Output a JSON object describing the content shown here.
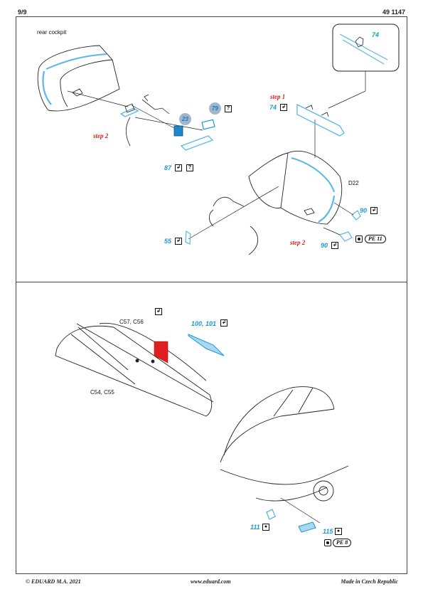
{
  "header": {
    "page": "9/9",
    "set_number": "49 1147"
  },
  "top_section": {
    "title": "rear cockpit",
    "detail_inset_part": "74",
    "labels": {
      "step1": "step 1",
      "step2_left": "step 2",
      "step2_right": "step 2",
      "d22": "D22"
    },
    "parts": {
      "p74": "74",
      "p23": "23",
      "p79": "79",
      "p87": "87",
      "p55": "55",
      "p90_upper": "90",
      "p90_lower": "90"
    },
    "pe_ref": "PE 11"
  },
  "bottom_section": {
    "labels": {
      "c57_c56": "C57, C56",
      "c54_c55": "C54, C55"
    },
    "parts": {
      "p100_101": "100, 101",
      "p111": "111",
      "p115": "115"
    },
    "pe_ref": "PE 8"
  },
  "footer": {
    "left": "© EDUARD  M.A. 2021",
    "center": "www.eduard.com",
    "right": "Made in Czech Republic"
  },
  "colors": {
    "part_number": "#1a9ad6",
    "step_text": "#d6231f",
    "highlight_part": "#e02020",
    "etch_blue": "#5ab8e6"
  }
}
